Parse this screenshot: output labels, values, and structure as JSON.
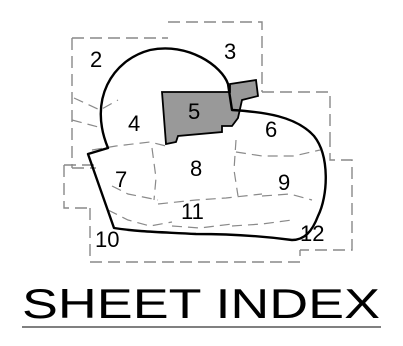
{
  "title": "SHEET INDEX",
  "sheets": [
    {
      "id": "2",
      "label": "2",
      "highlighted": false
    },
    {
      "id": "3",
      "label": "3",
      "highlighted": false
    },
    {
      "id": "4",
      "label": "4",
      "highlighted": false
    },
    {
      "id": "5",
      "label": "5",
      "highlighted": true
    },
    {
      "id": "6",
      "label": "6",
      "highlighted": false
    },
    {
      "id": "7",
      "label": "7",
      "highlighted": false
    },
    {
      "id": "8",
      "label": "8",
      "highlighted": false
    },
    {
      "id": "9",
      "label": "9",
      "highlighted": false
    },
    {
      "id": "10",
      "label": "10",
      "highlighted": false
    },
    {
      "id": "11",
      "label": "11",
      "highlighted": false
    },
    {
      "id": "12",
      "label": "12",
      "highlighted": false
    }
  ],
  "colors": {
    "highlight_fill": "#999999",
    "boundary": "#000000",
    "sheet_grid": "#888888"
  }
}
